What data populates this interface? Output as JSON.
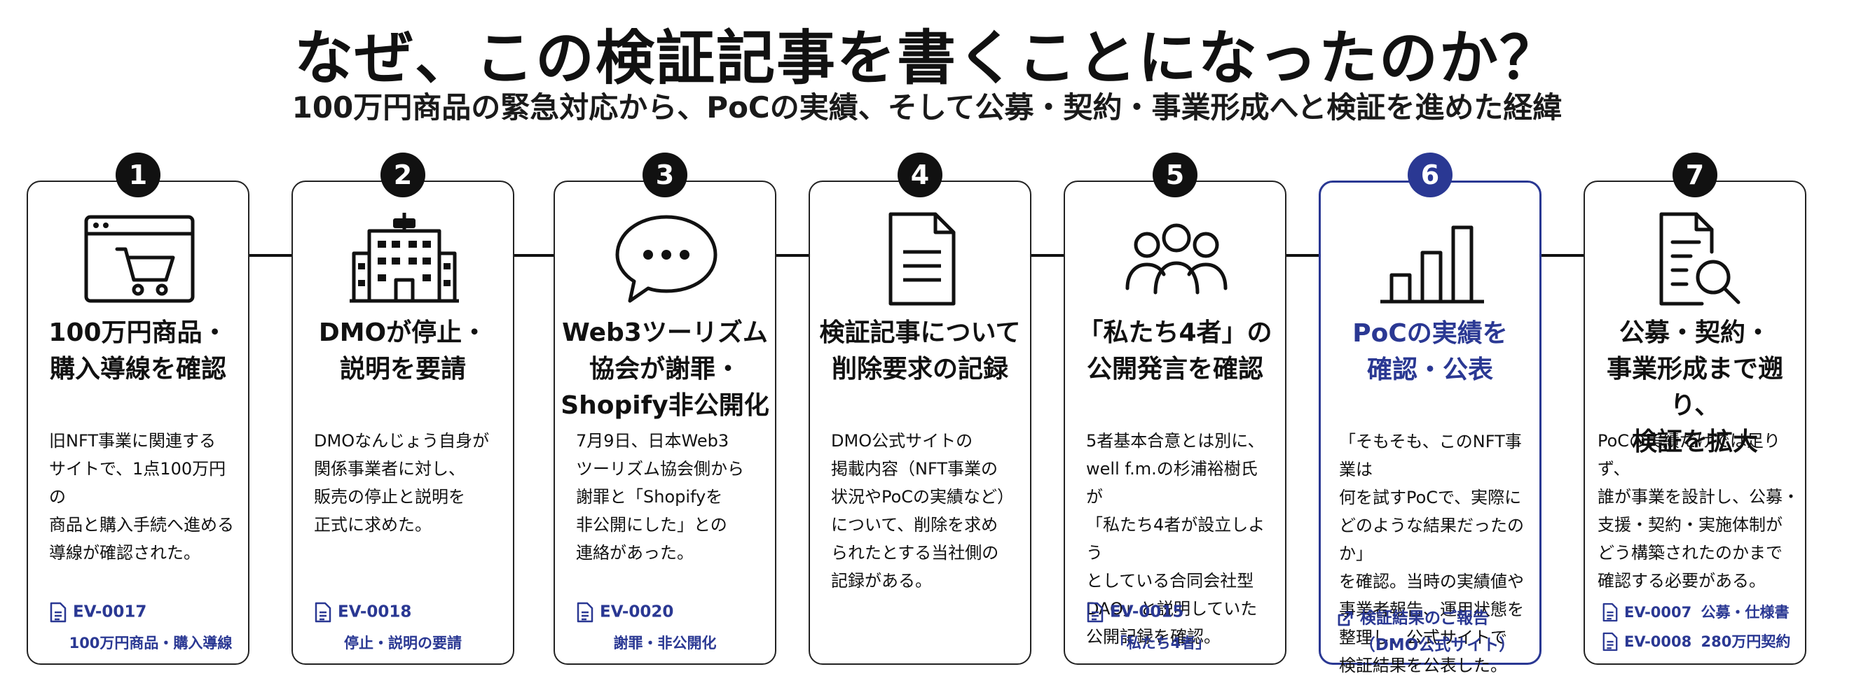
{
  "title": "なぜ、この検証記事を書くことになったのか？",
  "subtitle": "100万円商品の緊急対応から、PoCの実績、そして公募・契約・事業形成へと検証を進めた経緯",
  "accent_color": "#2a3893",
  "steps": [
    {
      "number": "1",
      "icon": "shopping-cart-icon",
      "heading": [
        "100万円商品・",
        "購入導線を確認"
      ],
      "body": [
        "旧NFT事業に関連する",
        "サイトで、1点100万円の",
        "商品と購入手続へ進める",
        "導線が確認された。"
      ],
      "evidence": [
        {
          "id": "EV-0017",
          "label": "100万円商品・購入導線"
        }
      ]
    },
    {
      "number": "2",
      "icon": "building-icon",
      "heading": [
        "DMOが停止・",
        "説明を要請"
      ],
      "body": [
        "DMOなんじょう自身が",
        "関係事業者に対し、",
        "販売の停止と説明を",
        "正式に求めた。"
      ],
      "evidence": [
        {
          "id": "EV-0018",
          "label": "停止・説明の要請"
        }
      ]
    },
    {
      "number": "3",
      "icon": "speech-bubble-icon",
      "heading": [
        "Web3ツーリズム",
        "協会が謝罪・",
        "Shopify非公開化"
      ],
      "body": [
        "7月9日、日本Web3",
        "ツーリズム協会側から",
        "謝罪と「Shopifyを",
        "非公開にした」との",
        "連絡があった。"
      ],
      "evidence": [
        {
          "id": "EV-0020",
          "label": "謝罪・非公開化"
        }
      ]
    },
    {
      "number": "4",
      "icon": "document-icon",
      "heading": [
        "検証記事について",
        "削除要求の記録"
      ],
      "body": [
        "DMO公式サイトの",
        "掲載内容（NFT事業の",
        "状況やPoCの実績など）",
        "について、削除を求め",
        "られたとする当社側の",
        "記録がある。"
      ],
      "evidence": []
    },
    {
      "number": "5",
      "icon": "group-icon",
      "heading": [
        "「私たち4者」の",
        "公開発言を確認"
      ],
      "body": [
        "5者基本合意とは別に、",
        "well f.m.の杉浦裕樹氏が",
        "「私たち4者が設立しよう",
        "としている合同会社型",
        "DAO」と説明していた",
        "公開記録を確認。"
      ],
      "evidence": [
        {
          "id": "EV-0015",
          "label": "「私たち4者」"
        }
      ]
    },
    {
      "number": "6",
      "icon": "bar-chart-icon",
      "heading": [
        "PoCの実績を",
        "確認・公表"
      ],
      "body": [
        "「そもそも、このNFT事業は",
        "何を試すPoCで、実際に",
        "どのような結果だったのか」",
        "を確認。当時の実績値や",
        "事業者報告、運用状態を",
        "整理し、公式サイトで",
        "検証結果を公表した。"
      ],
      "link": [
        "検証結果のご報告",
        "（DMO公式サイト）"
      ]
    },
    {
      "number": "7",
      "icon": "document-search-icon",
      "heading": [
        "公募・契約・",
        "事業形成まで遡り、",
        "検証を拡大"
      ],
      "body": [
        "PoCの実績だけでは足りず、",
        "誰が事業を設計し、公募・",
        "支援・契約・実施体制が",
        "どう構築されたのかまで",
        "確認する必要がある。"
      ],
      "evidence": [
        {
          "id": "EV-0007",
          "label": "公募・仕様書"
        },
        {
          "id": "EV-0008",
          "label": "280万円契約"
        }
      ]
    }
  ]
}
